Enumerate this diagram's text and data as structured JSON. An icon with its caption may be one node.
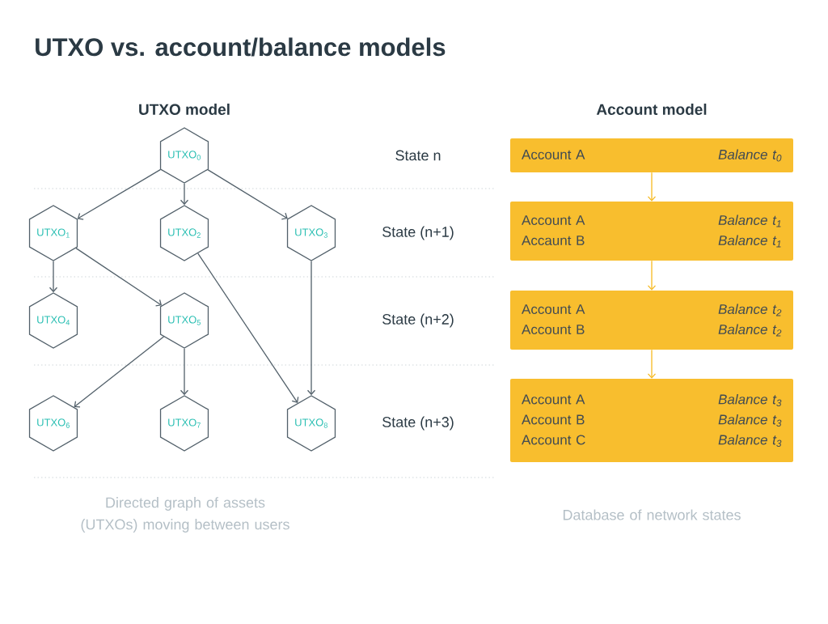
{
  "diagram": {
    "title": "UTXO vs. account/balance models",
    "nodes": [
      {
        "text": [
          "UTXO$_{0}$"
        ]
      },
      {
        "text": [
          "UTXO$_{1}$"
        ]
      },
      {
        "text": [
          "UTXO$_{2}$"
        ]
      },
      {
        "text": [
          "UTXO$_{3}$"
        ]
      },
      {
        "text": [
          "UTXO$_{4}$"
        ]
      },
      {
        "text": [
          "UTXO$_{5}$"
        ]
      },
      {
        "text": [
          "UTXO$_{6}$"
        ]
      },
      {
        "text": [
          "UTXO$_{7}$"
        ]
      },
      {
        "text": [
          "UTXO$_{8}$"
        ]
      },
      {
        "text": [
          "Account A",
          "Balance t$_{0}$"
        ]
      },
      {
        "text": [
          "Account A",
          "Balance t$_{1}$",
          "Accaunt B",
          "Balance t$_{1}$"
        ]
      },
      {
        "text": [
          "Account A",
          "Balance t$_{2}$",
          "Account B",
          "Balance t$_{2}$"
        ]
      },
      {
        "text": [
          "Account A",
          "Balance t$_{3}$",
          "Account B",
          "Balance t$_{3}$",
          "Account C",
          "Balance t$_{3}$"
        ]
      }
    ],
    "edges": [
      {
        "from": 0,
        "to": 1,
        "arrow": "to"
      },
      {
        "from": 0,
        "to": 2,
        "arrow": "to"
      },
      {
        "from": 0,
        "to": 3,
        "arrow": "to"
      },
      {
        "from": 1,
        "to": 4,
        "arrow": "to"
      },
      {
        "from": 1,
        "to": 5,
        "arrow": "to"
      },
      {
        "from": 2,
        "to": 8,
        "arrow": "to"
      },
      {
        "from": 3,
        "to": 8,
        "arrow": "to"
      },
      {
        "from": 5,
        "to": 6,
        "arrow": "to"
      },
      {
        "from": 5,
        "to": 7,
        "arrow": "to"
      },
      {
        "from": 9,
        "to": 10,
        "arrow": "to",
        "color": "#f6b91f"
      },
      {
        "from": 10,
        "to": 11,
        "arrow": "to",
        "color": "#f6b91f"
      },
      {
        "from": 11,
        "to": 12,
        "arrow": "to",
        "color": "#f6b91f"
      }
    ],
    "labels": [
      "UTXO model",
      "Account model",
      "State n",
      "State (n+1)",
      "State (n+2)",
      "State (n+3)",
      "Directed graph of assets (UTXOs) moving between users",
      "Database of network states"
    ]
  }
}
